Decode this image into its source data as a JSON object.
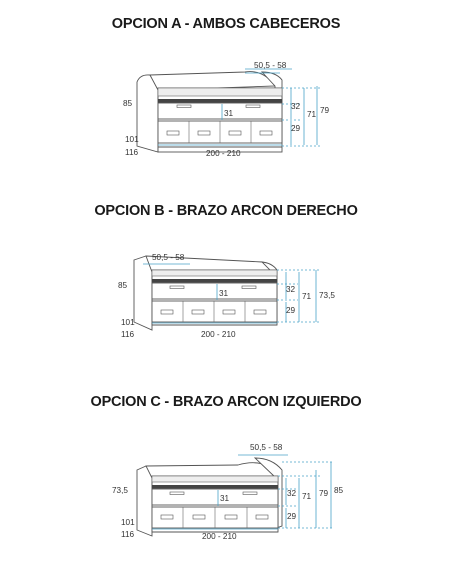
{
  "options": [
    {
      "id": "a",
      "title": "OPCION A - AMBOS CABECEROS",
      "depth_label": "50,5 - 58",
      "side_height_left": "85",
      "depth_bottom": "101\n116",
      "depth_bottom_1": "101",
      "depth_bottom_2": "116",
      "length_label": "200 - 210",
      "inner_drawer_label": "31",
      "right_labels": [
        "32",
        "29",
        "71",
        "79"
      ]
    },
    {
      "id": "b",
      "title": "OPCION B - BRAZO ARCON DERECHO",
      "depth_label": "50,5 - 58",
      "side_height_left": "85",
      "depth_bottom_1": "101",
      "depth_bottom_2": "116",
      "length_label": "200 - 210",
      "inner_drawer_label": "31",
      "right_labels": [
        "32",
        "29",
        "71",
        "73,5"
      ]
    },
    {
      "id": "c",
      "title": "OPCION C - BRAZO ARCON IZQUIERDO",
      "depth_label": "50,5 - 58",
      "side_height_left": "73,5",
      "depth_bottom_1": "101",
      "depth_bottom_2": "116",
      "length_label": "200 - 210",
      "inner_drawer_label": "31",
      "right_labels": [
        "32",
        "29",
        "71",
        "79",
        "85"
      ]
    }
  ]
}
